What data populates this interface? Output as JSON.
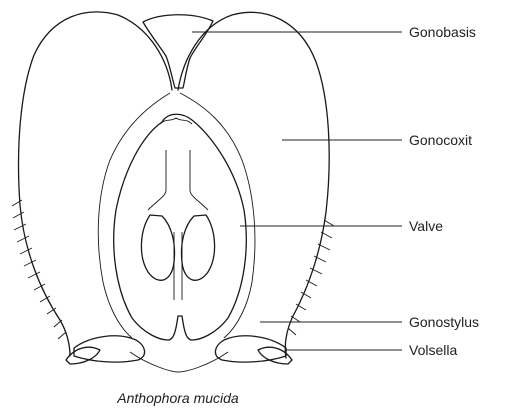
{
  "figure": {
    "caption": "Anthophora mucida",
    "labels": [
      {
        "id": "gonobasis",
        "text": "Gonobasis"
      },
      {
        "id": "gonocoxit",
        "text": "Gonocoxit"
      },
      {
        "id": "valve",
        "text": "Valve"
      },
      {
        "id": "gonostylus",
        "text": "Gonostylus"
      },
      {
        "id": "volsella",
        "text": "Volsella"
      }
    ]
  },
  "colors": {
    "ink": "#1a1a1a",
    "background": "#ffffff"
  }
}
